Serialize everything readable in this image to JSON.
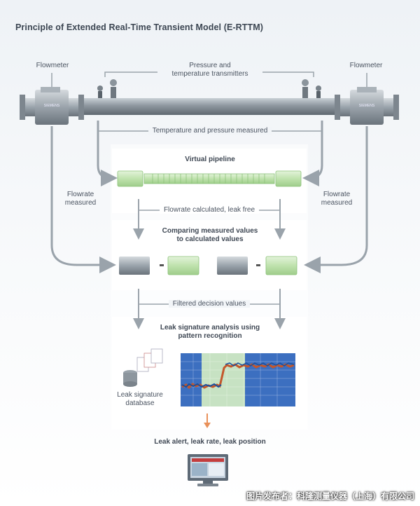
{
  "title": "Principle of Extended Real-Time Transient Model (E-RTTM)",
  "labels": {
    "flowmeter_left": "Flowmeter",
    "flowmeter_right": "Flowmeter",
    "transmitters_line1": "Pressure and",
    "transmitters_line2": "temperature transmitters",
    "temp_pressure_measured": "Temperature and pressure measured",
    "virtual_pipeline": "Virtual pipeline",
    "flowrate_measured_left_1": "Flowrate",
    "flowrate_measured_left_2": "measured",
    "flowrate_measured_right_1": "Flowrate",
    "flowrate_measured_right_2": "measured",
    "flowrate_calculated": "Flowrate calculated, leak free",
    "comparing_1": "Comparing measured values",
    "comparing_2": "to calculated values",
    "filtered": "Filtered decision values",
    "leak_analysis_1": "Leak signature analysis using",
    "leak_analysis_2": "pattern recognition",
    "leak_db_1": "Leak signature",
    "leak_db_2": "database",
    "leak_alert": "Leak alert, leak rate, leak position"
  },
  "watermark": "图片发布者：科隆测量仪器（上海）有限公司",
  "colors": {
    "pipe": "#8d979f",
    "virtual_green": "#b9dfa8",
    "arrow_gray": "#9aa3ab",
    "signal_blue": "#2a62b3",
    "signal_red": "#c4572b",
    "alert_orange": "#e9915a"
  }
}
